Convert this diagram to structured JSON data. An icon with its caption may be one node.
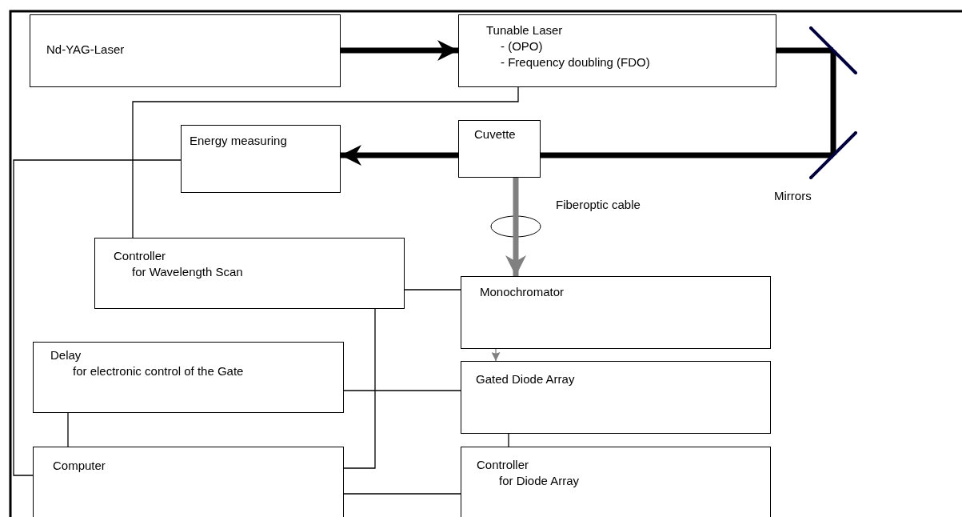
{
  "diagram": {
    "nodes": [
      {
        "text": [
          "Nd-YAG-Laser"
        ]
      },
      {
        "text": [
          "Tunable Laser",
          "- (OPO)",
          "- Frequency doubling (FDO)"
        ]
      },
      {
        "text": [],
        "shape": "bar"
      },
      {
        "text": [],
        "shape": "bar",
        "beside": [
          "Mirrors"
        ]
      },
      {
        "text": [
          "Cuvette"
        ]
      },
      {
        "text": [
          "Energy measuring"
        ]
      },
      {
        "text": [
          "Controller",
          "for Wavelength Scan"
        ]
      },
      {
        "text": [
          "Monochromator"
        ]
      },
      {
        "text": [
          "Delay",
          "for electronic control of the Gate"
        ]
      },
      {
        "text": [
          "Gated Diode Array"
        ]
      },
      {
        "text": [
          "Computer"
        ]
      },
      {
        "text": [
          "Controller",
          "for Diode Array"
        ]
      }
    ],
    "edges": [
      {
        "from": 0,
        "to": 1,
        "arrow": "to",
        "style": "thick"
      },
      {
        "from": 1,
        "to": 2,
        "arrow": "none",
        "style": "thick"
      },
      {
        "from": 2,
        "to": 3,
        "arrow": "none",
        "style": "thick"
      },
      {
        "from": 3,
        "to": 4,
        "arrow": "none",
        "style": "thick"
      },
      {
        "from": 4,
        "to": 5,
        "arrow": "to",
        "style": "thick"
      },
      {
        "from": 4,
        "to": 7,
        "arrow": "to",
        "style": "thick",
        "color": "#808080",
        "label": "Fiberoptic cable"
      },
      {
        "from": 7,
        "to": 9,
        "arrow": "to",
        "color": "#808080"
      },
      {
        "from": 1,
        "to": 6,
        "arrow": "none"
      },
      {
        "from": 5,
        "to": 10,
        "arrow": "none"
      },
      {
        "from": 6,
        "to": 7,
        "arrow": "none"
      },
      {
        "from": 6,
        "to": 10,
        "arrow": "none"
      },
      {
        "from": 8,
        "to": 9,
        "arrow": "none"
      },
      {
        "from": 8,
        "to": 10,
        "arrow": "none"
      },
      {
        "from": 9,
        "to": 11,
        "arrow": "none"
      },
      {
        "from": 10,
        "to": 11,
        "arrow": "none"
      }
    ]
  }
}
